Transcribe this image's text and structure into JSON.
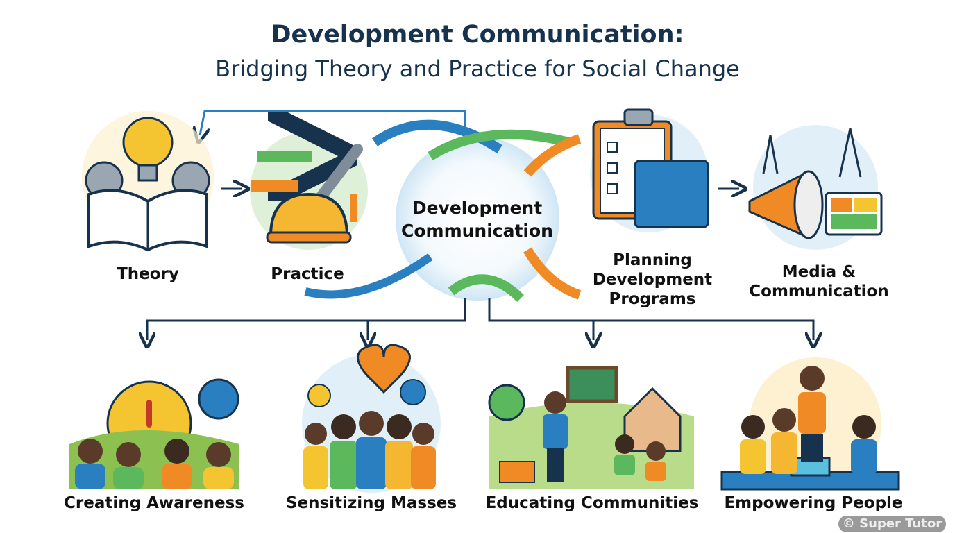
{
  "header": {
    "title": "Development Communication:",
    "subtitle": "Bridging Theory and Practice for Social Change"
  },
  "center": {
    "line1": "Development",
    "line2": "Communication"
  },
  "top_nodes": [
    {
      "label": "Theory",
      "icon": "book-lightbulb-gears-icon"
    },
    {
      "label": "Practice",
      "icon": "hardhat-wrench-icon"
    },
    {
      "label_lines": [
        "Planning",
        "Development",
        "Programs"
      ],
      "icon": "clipboard-blueprint-icon"
    },
    {
      "label_lines": [
        "Media &",
        "Communication"
      ],
      "icon": "megaphone-satellite-icon"
    }
  ],
  "outcomes": [
    {
      "label": "Creating Awareness",
      "icon": "sunrise-exclamation-icon"
    },
    {
      "label": "Sensitizing Masses",
      "icon": "crowd-hearts-icon"
    },
    {
      "label": "Educating Communities",
      "icon": "teacher-village-icon"
    },
    {
      "label": "Empowering People",
      "icon": "cheering-people-icon"
    }
  ],
  "watermark": "© Super Tutor",
  "colors": {
    "navy": "#17324d",
    "blue": "#2a7fc1",
    "green": "#5cb85c",
    "orange": "#f08a24",
    "yellow": "#f5c431"
  }
}
